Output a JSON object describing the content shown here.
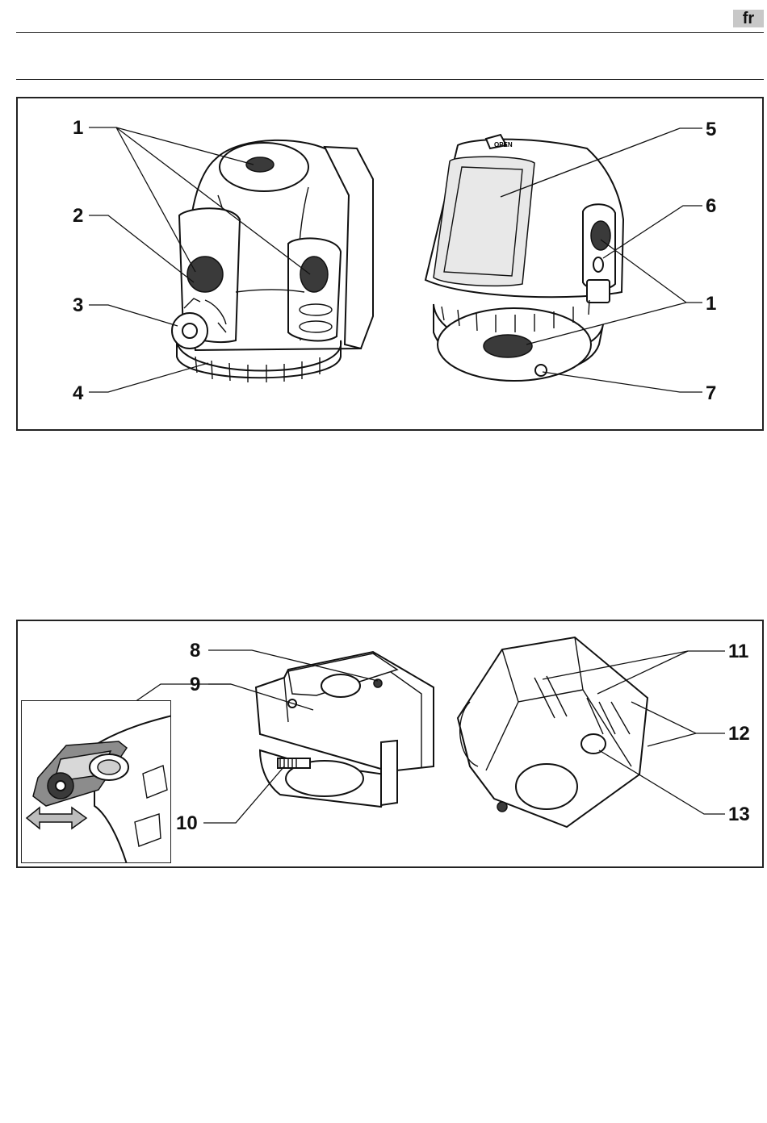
{
  "header": {
    "language": "fr"
  },
  "figure1": {
    "callouts": {
      "c1a": "1",
      "c2": "2",
      "c3": "3",
      "c4": "4",
      "c5": "5",
      "c6": "6",
      "c1b": "1",
      "c7": "7",
      "open_label": "OPEN"
    }
  },
  "figure2": {
    "callouts": {
      "c8": "8",
      "c9": "9",
      "c10": "10",
      "c11": "11",
      "c12": "12",
      "c13": "13"
    }
  }
}
